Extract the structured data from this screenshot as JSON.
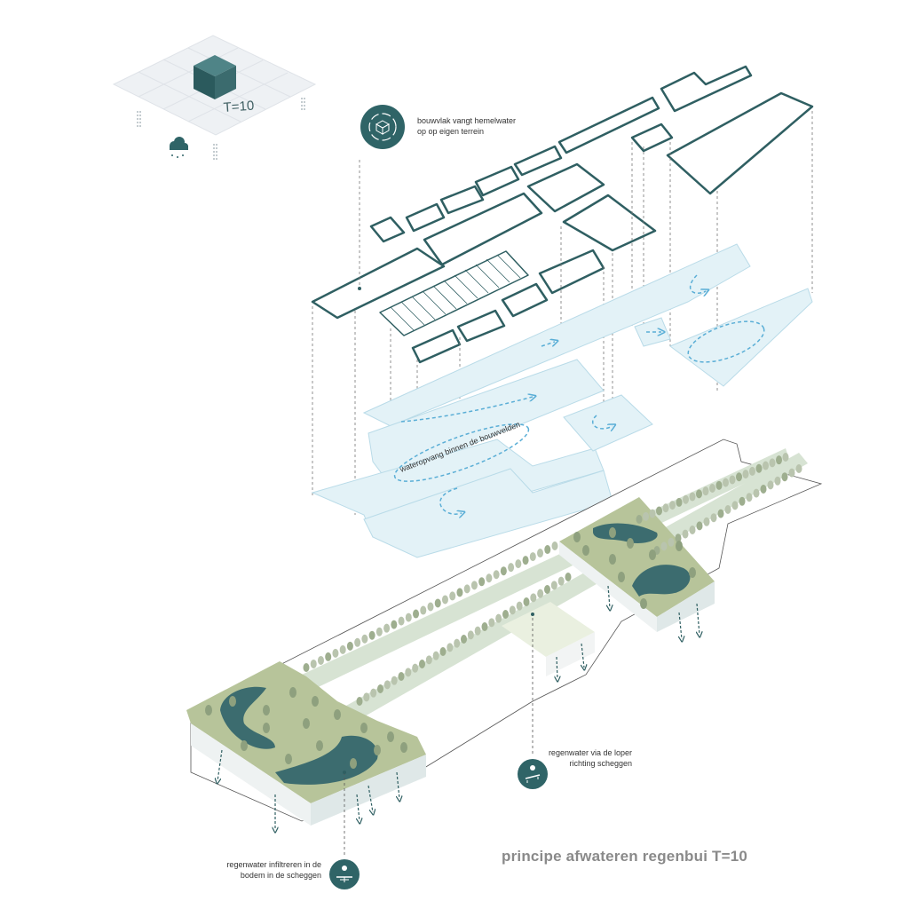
{
  "labels": {
    "legend_value": "T=10",
    "bouwvlak_line1": "bouwvlak vangt hemelwater",
    "bouwvlak_line2": "op op eigen terrein",
    "wateropvang": "wateropvang binnen de bouwvelden",
    "loper_line1": "regenwater via de loper",
    "loper_line2": "richting scheggen",
    "infiltreren_line1": "regenwater infiltreren in de",
    "infiltreren_line2": "bodem in de scheggen",
    "title": "principe afwateren regenbui T=10"
  },
  "icons": {
    "bouwvlak": "recycle-cube-icon",
    "loper": "rain-path-icon",
    "infiltreren": "rain-tree-icon",
    "legend_cloud": "rain-cloud-icon"
  },
  "colors": {
    "building_outline": "#2f5f62",
    "badge": "#2f6467",
    "water_plane": "#e3f2f7",
    "water_arrow": "#5aaed6",
    "green_area": "#b7c49a",
    "pond": "#3c6c6f",
    "title": "#8a8a8a"
  }
}
